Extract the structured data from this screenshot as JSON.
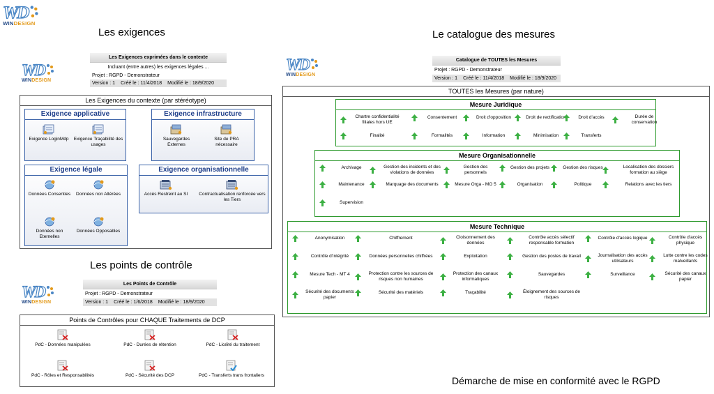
{
  "colors": {
    "blue_header": "#1f3f8a",
    "green_border": "#2e9a2e",
    "arrow_green": "#3cb043",
    "logo_blue": "#4a86c5",
    "logo_orange": "#e39a1b"
  },
  "logo": {
    "text": "WD",
    "brand_win": "WIN",
    "brand_design": "DESIGN"
  },
  "sections": {
    "exigences": "Les exigences",
    "points": "Les points de contrôle",
    "catalogue": "Le catalogue des mesures",
    "footer": "Démarche de mise en conformité avec le RGPD"
  },
  "exig_header": {
    "title": "Les Exigences exprimées dans le contexte",
    "subtitle": "Incluant (entre autres) les exigences légales ...",
    "projet": "Projet : RGPD - Demonstrateur",
    "version": "Version : 1",
    "cree": "Créé le : 11/4/2018",
    "modifie": "Modifié le : 18/9/2020"
  },
  "exig_frame": {
    "title": "Les Exigences du contexte  (par stéréotype)",
    "applicative": {
      "title": "Exigence applicative",
      "items": [
        "Exigence LoginMdp",
        "Exigence Traçabilité des usages"
      ]
    },
    "infrastructure": {
      "title": "Exigence infrastructure",
      "items": [
        "Sauvegardes Externes",
        "Site de PRA nécessaire"
      ]
    },
    "legale": {
      "title": "Exigence légale",
      "items": [
        "Données Consenties",
        "Données non Altérées",
        "Données non Eternelles",
        "Données Opposables"
      ]
    },
    "organisationnelle": {
      "title": "Exigence organisationnelle",
      "items": [
        "Accès Restreint au SI",
        "Contractualisation renforcée vers les Tiers"
      ]
    }
  },
  "pdc_header": {
    "title": "Les Points de Contrôle",
    "projet": "Projet : RGPD - Demonstrateur",
    "version": "Version : 1",
    "cree": "Créé le : 1/6/2018",
    "modifie": "Modifié le : 18/9/2020"
  },
  "pdc_frame": {
    "title": "Points de Contrôles pour CHAQUE Traitements de DCP",
    "items": [
      "PdC - Données manipulées",
      "PdC - Durées de rétention",
      "PdC - Licéité du traitement",
      "PdC - Rôles et Responsabilités",
      "PdC - Sécurité des DCP",
      "PdC - Transferts trans frontaliers"
    ]
  },
  "cat_header": {
    "title": "Catalogue de TOUTES les Mesures",
    "projet": "Projet : RGPD - Demonstrateur",
    "version": "Version : 1",
    "cree": "Créé le : 11/4/2018",
    "modifie": "Modifié le : 18/9/2020"
  },
  "cat_frame": {
    "title": "TOUTES les Mesures (par nature)",
    "juridique": {
      "title": "Mesure Juridique",
      "items": [
        "Chartre confidentialité filiales hors UE",
        "Consentement",
        "Droit d'opposition",
        "Droit de rectification",
        "Droit d'accès",
        "Durée de conservation",
        "Finalité",
        "Formalités",
        "Information",
        "Minimisation",
        "Transferts"
      ]
    },
    "organisationnelle": {
      "title": "Mesure Organisationnelle",
      "items": [
        "Archivage",
        "Gestion des incidents et des violations de données",
        "Gestion des personnels",
        "Gestion des projets",
        "Gestion des risques",
        "Localisation des dossiers formation au siège",
        "Maintenance",
        "Marquage des documents",
        "Mesure Orga - MO 5",
        "Organisation",
        "Politique",
        "Relations avec les tiers",
        "Supervision"
      ]
    },
    "technique": {
      "title": "Mesure Technique",
      "items": [
        "Anonymisation",
        "Chiffrement",
        "Cloisonnement des données",
        "Contrôle accès sélectif responsable formation",
        "Contrôle d'accès logique",
        "Contrôle d'accès physique",
        "Contrôle d'intégrité",
        "Données personnelles chiffrées",
        "Exploitation",
        "Gestion des postes de travail",
        "Journalisation des accès utilisateurs",
        "Lutte contre les codes malveillants",
        "Mesure Tech - MT 4",
        "Protection contre les sources de risques non humaines",
        "Protection des canaux informatiques",
        "Sauvegardes",
        "Surveillance",
        "Sécurité des canaux papier",
        "Sécurité des documents papier",
        "Sécurité des matériels",
        "Traçabilité",
        "Éloignement des sources de risques"
      ]
    }
  }
}
